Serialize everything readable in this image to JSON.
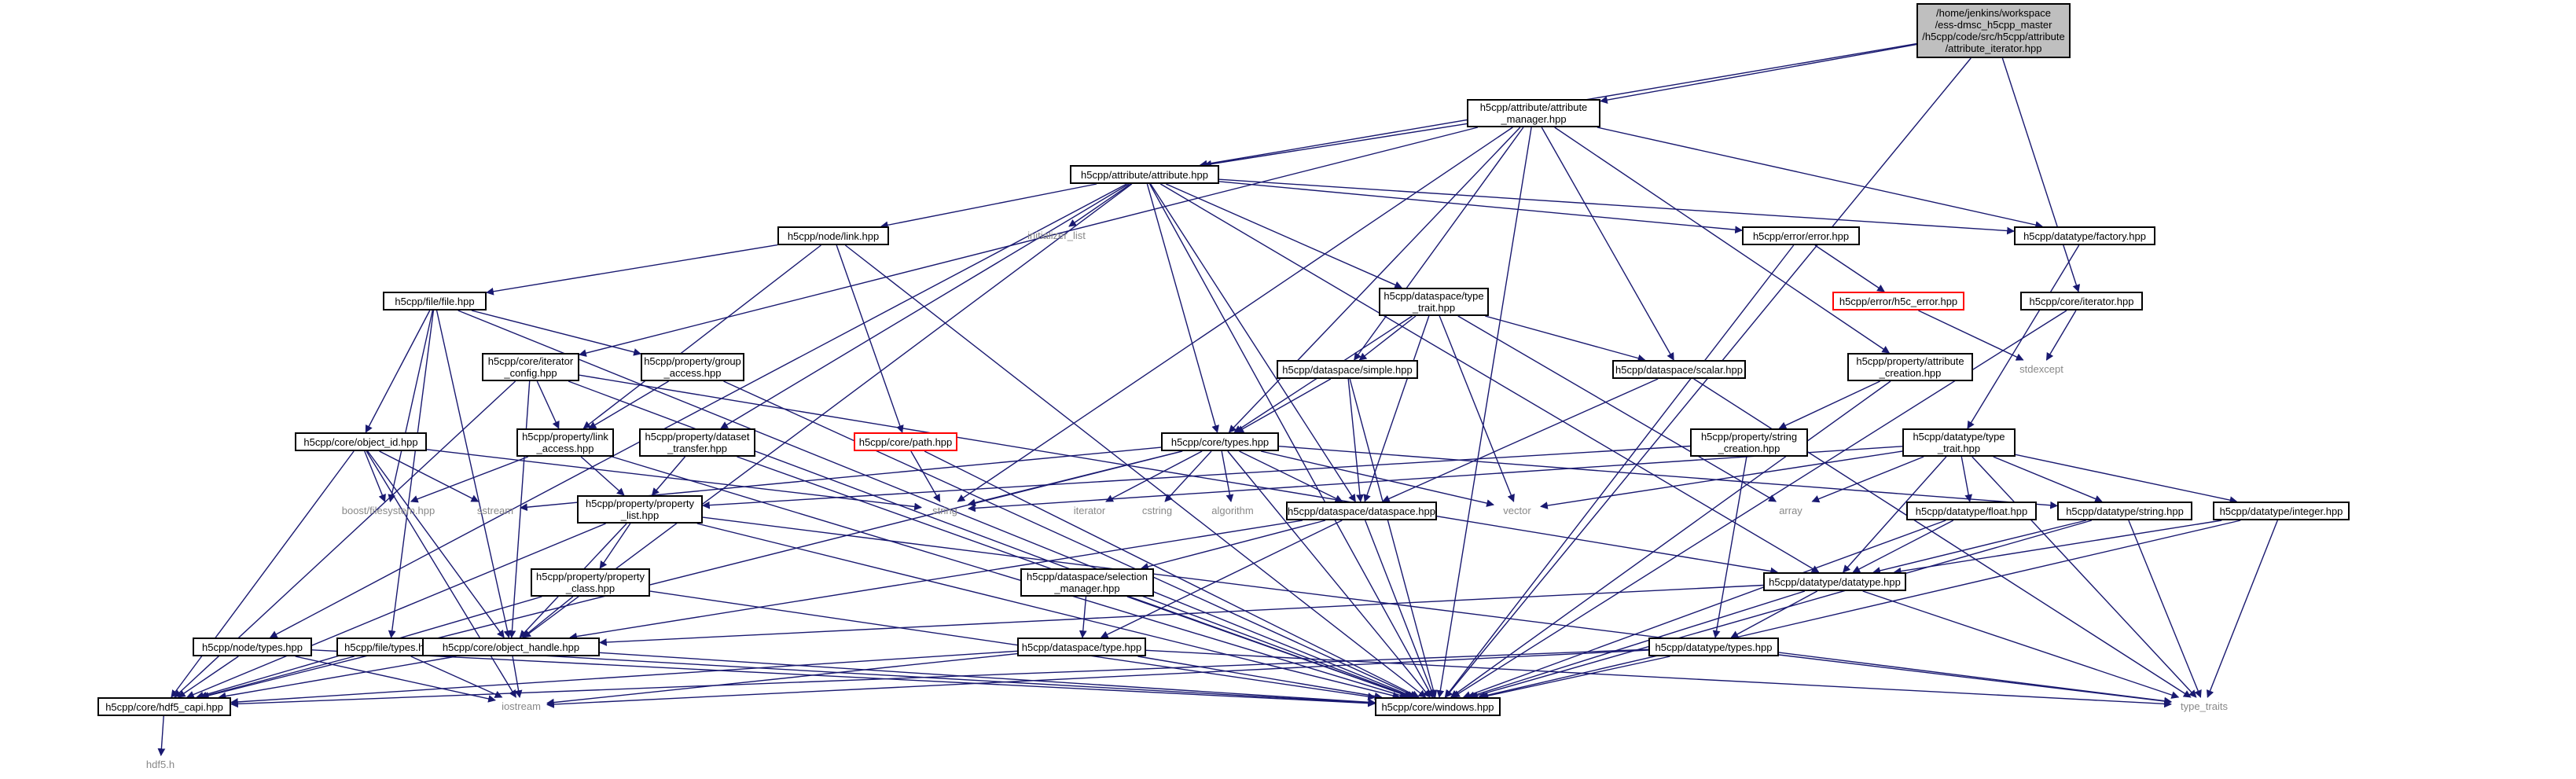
{
  "graph": {
    "colors": {
      "edge": "#191970",
      "root_fill": "#bfbfbf",
      "node_border": "#000000",
      "missing_border": "#ff0000",
      "external_text": "#888888"
    },
    "nodes": [
      {
        "id": "root",
        "label": "/home/jenkins/workspace\n/ess-dmsc_h5cpp_master\n/h5cpp/code/src/h5cpp/attribute\n/attribute_iterator.hpp",
        "kind": "root"
      },
      {
        "id": "attr_mgr",
        "label": "h5cpp/attribute/attribute\n_manager.hpp",
        "kind": "file"
      },
      {
        "id": "attr",
        "label": "h5cpp/attribute/attribute.hpp",
        "kind": "file"
      },
      {
        "id": "initlist",
        "label": "initializer_list",
        "kind": "external"
      },
      {
        "id": "error",
        "label": "h5cpp/error/error.hpp",
        "kind": "file"
      },
      {
        "id": "factory",
        "label": "h5cpp/datatype/factory.hpp",
        "kind": "file"
      },
      {
        "id": "link",
        "label": "h5cpp/node/link.hpp",
        "kind": "file"
      },
      {
        "id": "h5c_error",
        "label": "h5cpp/error/h5c_error.hpp",
        "kind": "missing"
      },
      {
        "id": "ds_type_trait",
        "label": "h5cpp/dataspace/type\n_trait.hpp",
        "kind": "file"
      },
      {
        "id": "core_iter",
        "label": "h5cpp/core/iterator.hpp",
        "kind": "file"
      },
      {
        "id": "file",
        "label": "h5cpp/file/file.hpp",
        "kind": "file"
      },
      {
        "id": "stdexcept",
        "label": "stdexcept",
        "kind": "external"
      },
      {
        "id": "iter_config",
        "label": "h5cpp/core/iterator\n_config.hpp",
        "kind": "file"
      },
      {
        "id": "group_access",
        "label": "h5cpp/property/group\n_access.hpp",
        "kind": "file"
      },
      {
        "id": "ds_simple",
        "label": "h5cpp/dataspace/simple.hpp",
        "kind": "file"
      },
      {
        "id": "ds_scalar",
        "label": "h5cpp/dataspace/scalar.hpp",
        "kind": "file"
      },
      {
        "id": "attr_creation",
        "label": "h5cpp/property/attribute\n_creation.hpp",
        "kind": "file"
      },
      {
        "id": "object_id",
        "label": "h5cpp/core/object_id.hpp",
        "kind": "file"
      },
      {
        "id": "link_access",
        "label": "h5cpp/property/link\n_access.hpp",
        "kind": "file"
      },
      {
        "id": "dataset_transfer",
        "label": "h5cpp/property/dataset\n_transfer.hpp",
        "kind": "file"
      },
      {
        "id": "path",
        "label": "h5cpp/core/path.hpp",
        "kind": "missing"
      },
      {
        "id": "core_types",
        "label": "h5cpp/core/types.hpp",
        "kind": "file"
      },
      {
        "id": "string_creation",
        "label": "h5cpp/property/string\n_creation.hpp",
        "kind": "file"
      },
      {
        "id": "dt_type_trait",
        "label": "h5cpp/datatype/type\n_trait.hpp",
        "kind": "file"
      },
      {
        "id": "boost_fs",
        "label": "boost/filesystem.hpp",
        "kind": "external"
      },
      {
        "id": "sstream",
        "label": "sstream",
        "kind": "external"
      },
      {
        "id": "string",
        "label": "string",
        "kind": "external"
      },
      {
        "id": "iterator",
        "label": "iterator",
        "kind": "external"
      },
      {
        "id": "cstring",
        "label": "cstring",
        "kind": "external"
      },
      {
        "id": "algorithm",
        "label": "algorithm",
        "kind": "external"
      },
      {
        "id": "vector",
        "label": "vector",
        "kind": "external"
      },
      {
        "id": "array",
        "label": "array",
        "kind": "external"
      },
      {
        "id": "dt_float",
        "label": "h5cpp/datatype/float.hpp",
        "kind": "file"
      },
      {
        "id": "dt_string",
        "label": "h5cpp/datatype/string.hpp",
        "kind": "file"
      },
      {
        "id": "dt_integer",
        "label": "h5cpp/datatype/integer.hpp",
        "kind": "file"
      },
      {
        "id": "prop_list",
        "label": "h5cpp/property/property\n_list.hpp",
        "kind": "file"
      },
      {
        "id": "ds_dataspace",
        "label": "h5cpp/dataspace/dataspace.hpp",
        "kind": "file"
      },
      {
        "id": "prop_class",
        "label": "h5cpp/property/property\n_class.hpp",
        "kind": "file"
      },
      {
        "id": "sel_manager",
        "label": "h5cpp/dataspace/selection\n_manager.hpp",
        "kind": "file"
      },
      {
        "id": "dt_datatype",
        "label": "h5cpp/datatype/datatype.hpp",
        "kind": "file"
      },
      {
        "id": "node_types",
        "label": "h5cpp/node/types.hpp",
        "kind": "file"
      },
      {
        "id": "file_types",
        "label": "h5cpp/file/types.hpp",
        "kind": "file"
      },
      {
        "id": "object_handle",
        "label": "h5cpp/core/object_handle.hpp",
        "kind": "file"
      },
      {
        "id": "ds_type",
        "label": "h5cpp/dataspace/type.hpp",
        "kind": "file"
      },
      {
        "id": "dt_types",
        "label": "h5cpp/datatype/types.hpp",
        "kind": "file"
      },
      {
        "id": "hdf5_capi",
        "label": "h5cpp/core/hdf5_capi.hpp",
        "kind": "file"
      },
      {
        "id": "iostream",
        "label": "iostream",
        "kind": "external"
      },
      {
        "id": "windows",
        "label": "h5cpp/core/windows.hpp",
        "kind": "file"
      },
      {
        "id": "type_traits",
        "label": "type_traits",
        "kind": "external"
      },
      {
        "id": "hdf5_h",
        "label": "hdf5.h",
        "kind": "external"
      }
    ],
    "edges": [
      [
        "root",
        "attr_mgr"
      ],
      [
        "root",
        "attr"
      ],
      [
        "root",
        "core_iter"
      ],
      [
        "root",
        "windows"
      ],
      [
        "attr_mgr",
        "attr"
      ],
      [
        "attr_mgr",
        "string"
      ],
      [
        "attr_mgr",
        "iter_config"
      ],
      [
        "attr_mgr",
        "ds_simple"
      ],
      [
        "attr_mgr",
        "ds_scalar"
      ],
      [
        "attr_mgr",
        "core_types"
      ],
      [
        "attr_mgr",
        "attr_creation"
      ],
      [
        "attr_mgr",
        "factory"
      ],
      [
        "attr_mgr",
        "windows"
      ],
      [
        "attr",
        "initlist"
      ],
      [
        "attr",
        "link"
      ],
      [
        "attr",
        "error"
      ],
      [
        "attr",
        "factory"
      ],
      [
        "attr",
        "ds_type_trait"
      ],
      [
        "attr",
        "core_types"
      ],
      [
        "attr",
        "ds_dataspace"
      ],
      [
        "attr",
        "dt_datatype"
      ],
      [
        "attr",
        "dataset_transfer"
      ],
      [
        "attr",
        "object_handle"
      ],
      [
        "attr",
        "node_types"
      ],
      [
        "attr",
        "windows"
      ],
      [
        "link",
        "file"
      ],
      [
        "link",
        "path"
      ],
      [
        "link",
        "link_access"
      ],
      [
        "link",
        "windows"
      ],
      [
        "error",
        "h5c_error"
      ],
      [
        "error",
        "windows"
      ],
      [
        "h5c_error",
        "stdexcept"
      ],
      [
        "factory",
        "dt_type_trait"
      ],
      [
        "ds_type_trait",
        "ds_simple"
      ],
      [
        "ds_type_trait",
        "ds_scalar"
      ],
      [
        "ds_type_trait",
        "core_types"
      ],
      [
        "ds_type_trait",
        "ds_dataspace"
      ],
      [
        "ds_type_trait",
        "vector"
      ],
      [
        "ds_type_trait",
        "array"
      ],
      [
        "core_iter",
        "stdexcept"
      ],
      [
        "core_iter",
        "windows"
      ],
      [
        "file",
        "object_id"
      ],
      [
        "file",
        "group_access"
      ],
      [
        "file",
        "boost_fs"
      ],
      [
        "file",
        "object_handle"
      ],
      [
        "file",
        "file_types"
      ],
      [
        "file",
        "windows"
      ],
      [
        "iter_config",
        "link_access"
      ],
      [
        "iter_config",
        "hdf5_capi"
      ],
      [
        "iter_config",
        "object_handle"
      ],
      [
        "iter_config",
        "windows"
      ],
      [
        "iter_config",
        "dt_datatype"
      ],
      [
        "group_access",
        "link_access"
      ],
      [
        "group_access",
        "windows"
      ],
      [
        "ds_simple",
        "core_types"
      ],
      [
        "ds_simple",
        "ds_dataspace"
      ],
      [
        "ds_simple",
        "windows"
      ],
      [
        "ds_scalar",
        "ds_dataspace"
      ],
      [
        "ds_scalar",
        "type_traits"
      ],
      [
        "attr_creation",
        "string_creation"
      ],
      [
        "attr_creation",
        "windows"
      ],
      [
        "object_id",
        "boost_fs"
      ],
      [
        "object_id",
        "sstream"
      ],
      [
        "object_id",
        "string"
      ],
      [
        "object_id",
        "hdf5_capi"
      ],
      [
        "object_id",
        "object_handle"
      ],
      [
        "object_id",
        "iostream"
      ],
      [
        "link_access",
        "boost_fs"
      ],
      [
        "link_access",
        "prop_list"
      ],
      [
        "link_access",
        "windows"
      ],
      [
        "dataset_transfer",
        "prop_list"
      ],
      [
        "dataset_transfer",
        "windows"
      ],
      [
        "path",
        "string"
      ],
      [
        "path",
        "windows"
      ],
      [
        "core_types",
        "sstream"
      ],
      [
        "core_types",
        "string"
      ],
      [
        "core_types",
        "iterator"
      ],
      [
        "core_types",
        "cstring"
      ],
      [
        "core_types",
        "algorithm"
      ],
      [
        "core_types",
        "vector"
      ],
      [
        "core_types",
        "ds_dataspace"
      ],
      [
        "core_types",
        "hdf5_capi"
      ],
      [
        "core_types",
        "dt_string"
      ],
      [
        "core_types",
        "windows"
      ],
      [
        "string_creation",
        "prop_list"
      ],
      [
        "string_creation",
        "dt_types"
      ],
      [
        "dt_type_trait",
        "string"
      ],
      [
        "dt_type_trait",
        "vector"
      ],
      [
        "dt_type_trait",
        "array"
      ],
      [
        "dt_type_trait",
        "dt_float"
      ],
      [
        "dt_type_trait",
        "dt_string"
      ],
      [
        "dt_type_trait",
        "dt_integer"
      ],
      [
        "dt_type_trait",
        "dt_datatype"
      ],
      [
        "dt_type_trait",
        "type_traits"
      ],
      [
        "dt_float",
        "dt_datatype"
      ],
      [
        "dt_float",
        "windows"
      ],
      [
        "dt_string",
        "dt_datatype"
      ],
      [
        "dt_string",
        "type_traits"
      ],
      [
        "dt_string",
        "windows"
      ],
      [
        "dt_integer",
        "dt_datatype"
      ],
      [
        "dt_integer",
        "type_traits"
      ],
      [
        "dt_integer",
        "windows"
      ],
      [
        "prop_list",
        "prop_class"
      ],
      [
        "prop_list",
        "object_handle"
      ],
      [
        "prop_list",
        "hdf5_capi"
      ],
      [
        "prop_list",
        "type_traits"
      ],
      [
        "prop_list",
        "windows"
      ],
      [
        "ds_dataspace",
        "sel_manager"
      ],
      [
        "ds_dataspace",
        "ds_type"
      ],
      [
        "ds_dataspace",
        "object_handle"
      ],
      [
        "ds_dataspace",
        "windows"
      ],
      [
        "prop_class",
        "object_handle"
      ],
      [
        "prop_class",
        "hdf5_capi"
      ],
      [
        "prop_class",
        "windows"
      ],
      [
        "sel_manager",
        "ds_type"
      ],
      [
        "sel_manager",
        "windows"
      ],
      [
        "dt_datatype",
        "dt_types"
      ],
      [
        "dt_datatype",
        "object_handle"
      ],
      [
        "dt_datatype",
        "type_traits"
      ],
      [
        "dt_datatype",
        "windows"
      ],
      [
        "node_types",
        "hdf5_capi"
      ],
      [
        "node_types",
        "iostream"
      ],
      [
        "node_types",
        "windows"
      ],
      [
        "file_types",
        "hdf5_capi"
      ],
      [
        "file_types",
        "iostream"
      ],
      [
        "file_types",
        "windows"
      ],
      [
        "object_handle",
        "hdf5_capi"
      ],
      [
        "object_handle",
        "iostream"
      ],
      [
        "object_handle",
        "windows"
      ],
      [
        "ds_type",
        "hdf5_capi"
      ],
      [
        "ds_type",
        "iostream"
      ],
      [
        "ds_type",
        "windows"
      ],
      [
        "ds_type",
        "type_traits"
      ],
      [
        "dt_types",
        "hdf5_capi"
      ],
      [
        "dt_types",
        "iostream"
      ],
      [
        "dt_types",
        "windows"
      ],
      [
        "dt_types",
        "type_traits"
      ],
      [
        "hdf5_capi",
        "hdf5_h"
      ]
    ]
  }
}
